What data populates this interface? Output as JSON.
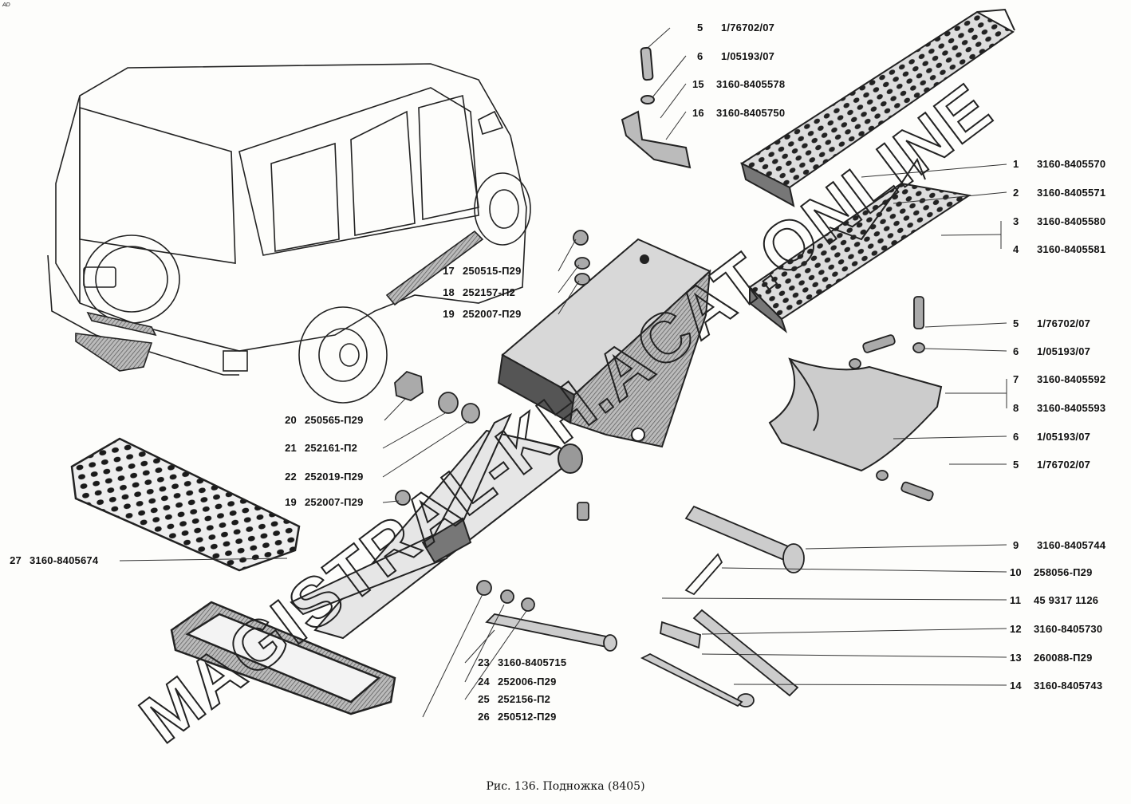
{
  "corner_mark": "AD",
  "caption": "Рис. 136. Подножка (8405)",
  "watermark": "MAGISTRAL-KH.ACAT.ONLINE",
  "callouts_right": [
    {
      "num": "5",
      "part": "1/76702/07"
    },
    {
      "num": "6",
      "part": "1/05193/07"
    },
    {
      "num": "15",
      "part": "3160-8405578"
    },
    {
      "num": "16",
      "part": "3160-8405750"
    },
    {
      "num": "1",
      "part": "3160-8405570"
    },
    {
      "num": "2",
      "part": "3160-8405571"
    },
    {
      "num": "3",
      "part": "3160-8405580"
    },
    {
      "num": "4",
      "part": "3160-8405581"
    },
    {
      "num": "5",
      "part": "1/76702/07"
    },
    {
      "num": "6",
      "part": "1/05193/07"
    },
    {
      "num": "7",
      "part": "3160-8405592"
    },
    {
      "num": "8",
      "part": "3160-8405593"
    },
    {
      "num": "6",
      "part": "1/05193/07"
    },
    {
      "num": "5",
      "part": "1/76702/07"
    },
    {
      "num": "9",
      "part": "3160-8405744"
    },
    {
      "num": "10",
      "part": "258056-П29"
    },
    {
      "num": "11",
      "part": "45 9317 1126"
    },
    {
      "num": "12",
      "part": "3160-8405730"
    },
    {
      "num": "13",
      "part": "260088-П29"
    },
    {
      "num": "14",
      "part": "3160-8405743"
    }
  ],
  "callouts_left": [
    {
      "num": "17",
      "part": "250515-П29"
    },
    {
      "num": "18",
      "part": "252157-П2"
    },
    {
      "num": "19",
      "part": "252007-П29"
    },
    {
      "num": "20",
      "part": "250565-П29"
    },
    {
      "num": "21",
      "part": "252161-П2"
    },
    {
      "num": "22",
      "part": "252019-П29"
    },
    {
      "num": "19",
      "part": "252007-П29"
    },
    {
      "num": "27",
      "part": "3160-8405674"
    },
    {
      "num": "23",
      "part": "3160-8405715"
    },
    {
      "num": "24",
      "part": "252006-П29"
    },
    {
      "num": "25",
      "part": "252156-П2"
    },
    {
      "num": "26",
      "part": "250512-П29"
    }
  ]
}
